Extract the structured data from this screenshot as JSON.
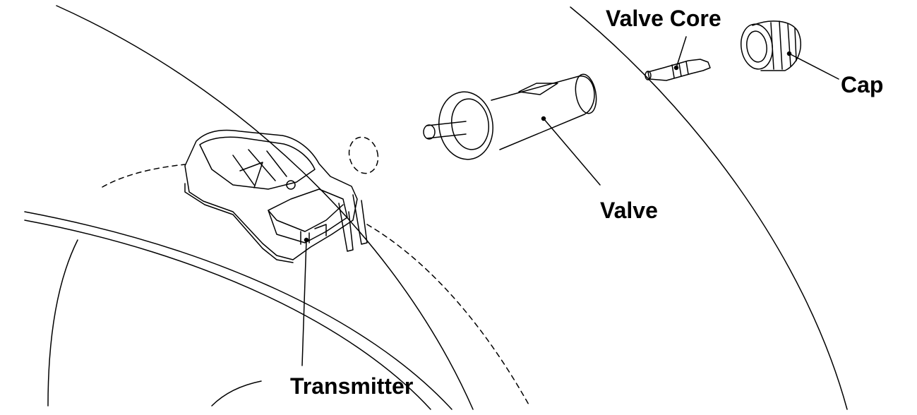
{
  "diagram": {
    "labels": {
      "valve_core": "Valve Core",
      "cap": "Cap",
      "valve": "Valve",
      "transmitter": "Transmitter"
    },
    "colors": {
      "ink": "#000000",
      "background": "#ffffff"
    }
  }
}
